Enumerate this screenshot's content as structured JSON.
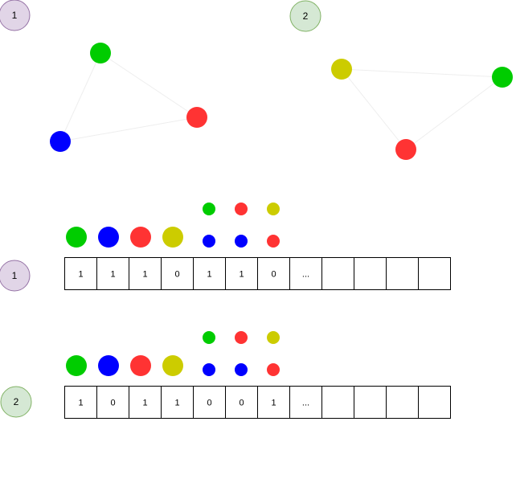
{
  "colors": {
    "green": "#00cc00",
    "blue": "#0000ff",
    "red": "#ff3333",
    "yellow": "#cccc00",
    "edge": "#eeeeee",
    "label1_fill": "#e1d5e7",
    "label1_stroke": "#9673a6",
    "label2_fill": "#d5e8d4",
    "label2_stroke": "#82b366"
  },
  "graphs": [
    {
      "label": "1",
      "nodes": [
        "green",
        "red",
        "blue"
      ],
      "edges": [
        [
          "green",
          "red"
        ],
        [
          "red",
          "blue"
        ],
        [
          "blue",
          "green"
        ]
      ]
    },
    {
      "label": "2",
      "nodes": [
        "yellow",
        "green",
        "red"
      ],
      "edges": [
        [
          "yellow",
          "green"
        ],
        [
          "green",
          "red"
        ],
        [
          "red",
          "yellow"
        ]
      ]
    }
  ],
  "encodings": [
    {
      "label": "1",
      "node_legend": [
        "green",
        "blue",
        "red",
        "yellow"
      ],
      "pair_legend": [
        [
          "green",
          "blue"
        ],
        [
          "red",
          "blue"
        ],
        [
          "yellow",
          "red"
        ]
      ],
      "cells": [
        "1",
        "1",
        "1",
        "0",
        "1",
        "1",
        "0",
        "...",
        "",
        "",
        "",
        ""
      ]
    },
    {
      "label": "2",
      "node_legend": [
        "green",
        "blue",
        "red",
        "yellow"
      ],
      "pair_legend": [
        [
          "green",
          "blue"
        ],
        [
          "red",
          "blue"
        ],
        [
          "yellow",
          "red"
        ]
      ],
      "cells": [
        "1",
        "0",
        "1",
        "1",
        "0",
        "0",
        "1",
        "...",
        "",
        "",
        "",
        ""
      ]
    }
  ]
}
